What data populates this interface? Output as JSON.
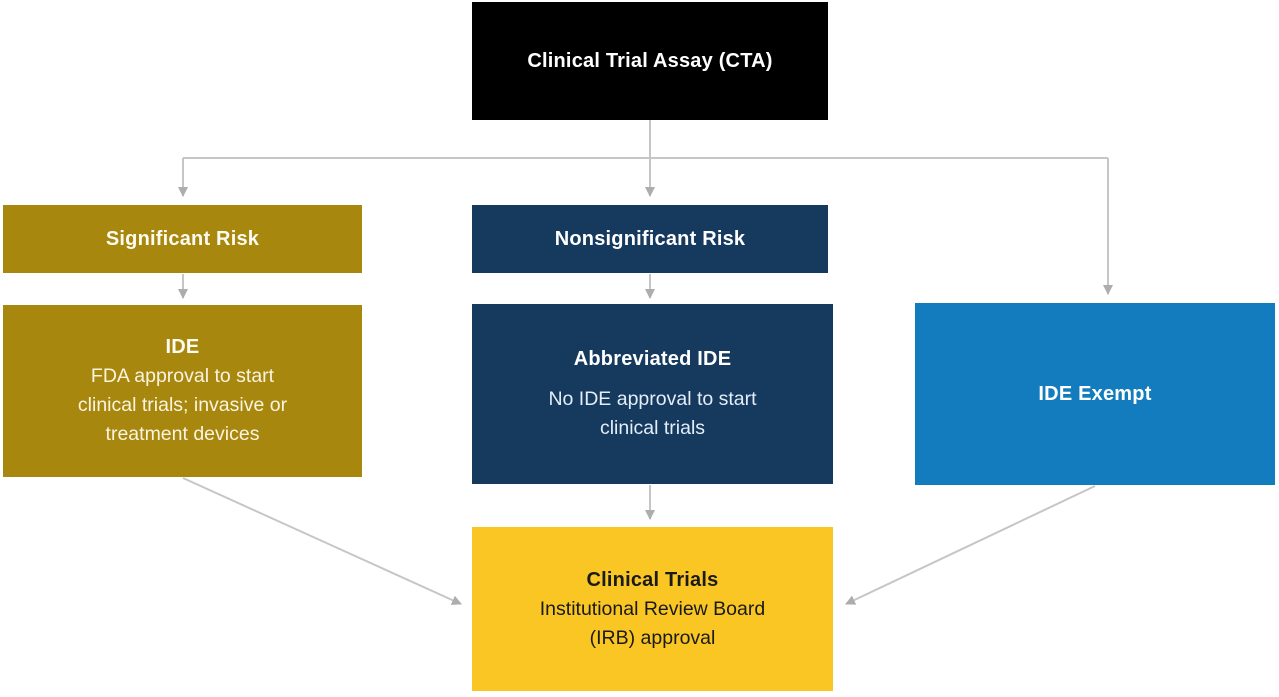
{
  "diagram": {
    "title": "Clinical Trial Assay (CTA) regulatory pathway flowchart",
    "colors": {
      "cta_box": "#000000",
      "significant_risk_box": "#A8870E",
      "nonsignificant_risk_box": "#16395E",
      "ide_exempt_box": "#137CBE",
      "clinical_trials_box": "#F9C623",
      "connector_line": "#C6C6C6",
      "arrowhead": "#ADADAD"
    },
    "nodes": {
      "cta": {
        "label": "Clinical Trial Assay (CTA)"
      },
      "significant_risk": {
        "label": "Significant Risk"
      },
      "nonsignificant_risk": {
        "label": "Nonsignificant Risk"
      },
      "ide": {
        "heading": "IDE",
        "body_lines": [
          "FDA approval to start",
          "clinical trials; invasive or",
          "treatment devices"
        ]
      },
      "abbreviated_ide": {
        "heading": "Abbreviated IDE",
        "body_lines": [
          "No IDE approval to start",
          "clinical trials"
        ]
      },
      "ide_exempt": {
        "label": "IDE Exempt"
      },
      "clinical_trials": {
        "heading": "Clinical Trials",
        "body_lines": [
          "Institutional Review Board",
          "(IRB) approval"
        ]
      }
    },
    "edges": [
      {
        "from": "cta",
        "to": "significant_risk"
      },
      {
        "from": "cta",
        "to": "nonsignificant_risk"
      },
      {
        "from": "cta",
        "to": "ide_exempt"
      },
      {
        "from": "significant_risk",
        "to": "ide"
      },
      {
        "from": "nonsignificant_risk",
        "to": "abbreviated_ide"
      },
      {
        "from": "ide",
        "to": "clinical_trials"
      },
      {
        "from": "abbreviated_ide",
        "to": "clinical_trials"
      },
      {
        "from": "ide_exempt",
        "to": "clinical_trials"
      }
    ]
  }
}
